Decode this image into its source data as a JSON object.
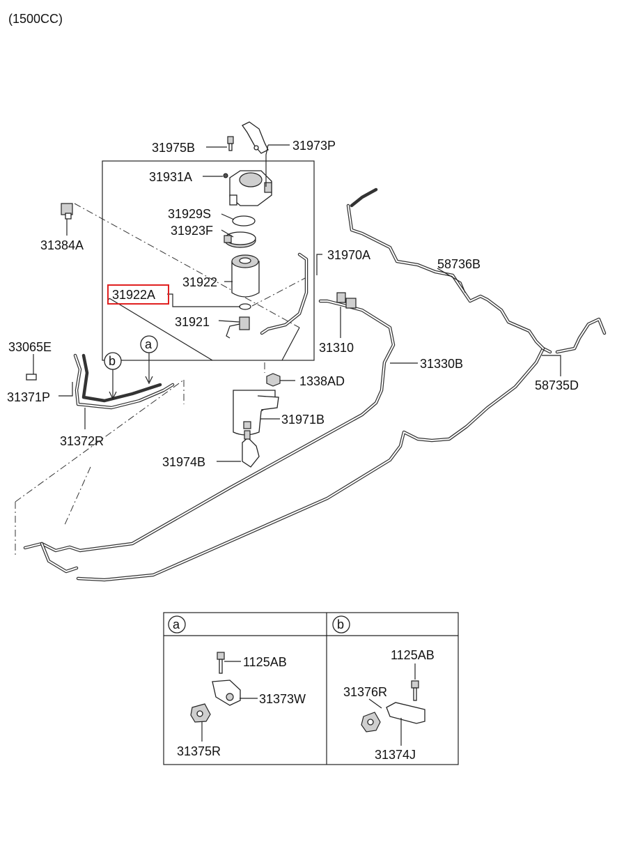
{
  "header": {
    "engine": "(1500CC)"
  },
  "labels": {
    "p31975B": "31975B",
    "p31973P": "31973P",
    "p31931A": "31931A",
    "p31929S": "31929S",
    "p31923F": "31923F",
    "p31384A": "31384A",
    "p31970A": "31970A",
    "p58736B": "58736B",
    "p31922": "31922",
    "p31922A": "31922A",
    "p31921": "31921",
    "p31310": "31310",
    "p33065E": "33065E",
    "p31371P": "31371P",
    "p31372R": "31372R",
    "p31330B": "31330B",
    "p1338AD": "1338AD",
    "p58735D": "58735D",
    "p31971B": "31971B",
    "p31974B": "31974B",
    "p1125AB_a": "1125AB",
    "p31373W": "31373W",
    "p31375R": "31375R",
    "p1125AB_b": "1125AB",
    "p31376R": "31376R",
    "p31374J": "31374J"
  },
  "callouts": {
    "a": "a",
    "b": "b"
  },
  "detail_table": {
    "col_a": "a",
    "col_b": "b"
  },
  "highlight_color": "#e02020"
}
